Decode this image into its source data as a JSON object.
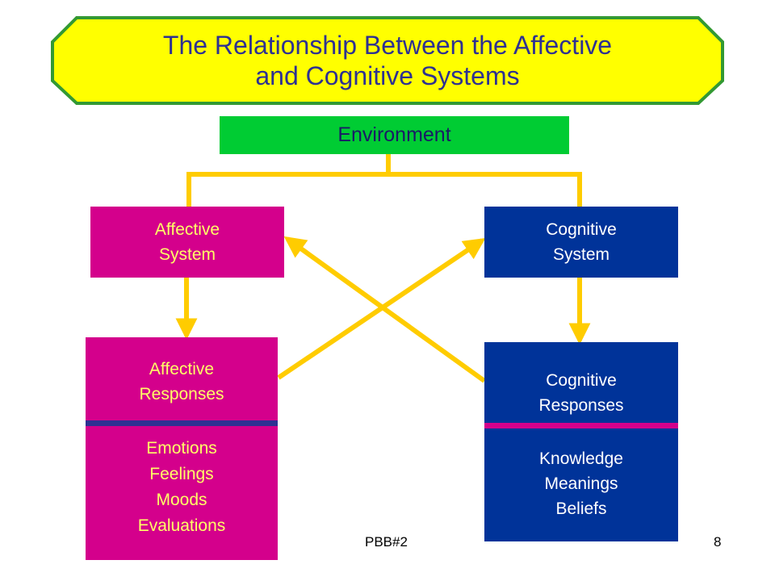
{
  "title": {
    "line1": "The Relationship Between the Affective",
    "line2": "and Cognitive Systems"
  },
  "environment": "Environment",
  "affective_system": {
    "line1": "Affective",
    "line2": "System"
  },
  "cognitive_system": {
    "line1": "Cognitive",
    "line2": "System"
  },
  "affective_responses": {
    "heading": [
      "Affective",
      "Responses"
    ],
    "items": [
      "Emotions",
      "Feelings",
      "Moods",
      "Evaluations"
    ]
  },
  "cognitive_responses": {
    "heading": [
      "Cognitive",
      "Responses"
    ],
    "items": [
      "Knowledge",
      "Meanings",
      "Beliefs"
    ]
  },
  "footer": {
    "label": "PBB#2",
    "page_number": "8"
  },
  "colors": {
    "title_fill": "#ffff00",
    "title_border": "#339933",
    "environment": "#00cc33",
    "affective": "#d4008c",
    "cognitive": "#003399",
    "arrows": "#ffcc00"
  }
}
